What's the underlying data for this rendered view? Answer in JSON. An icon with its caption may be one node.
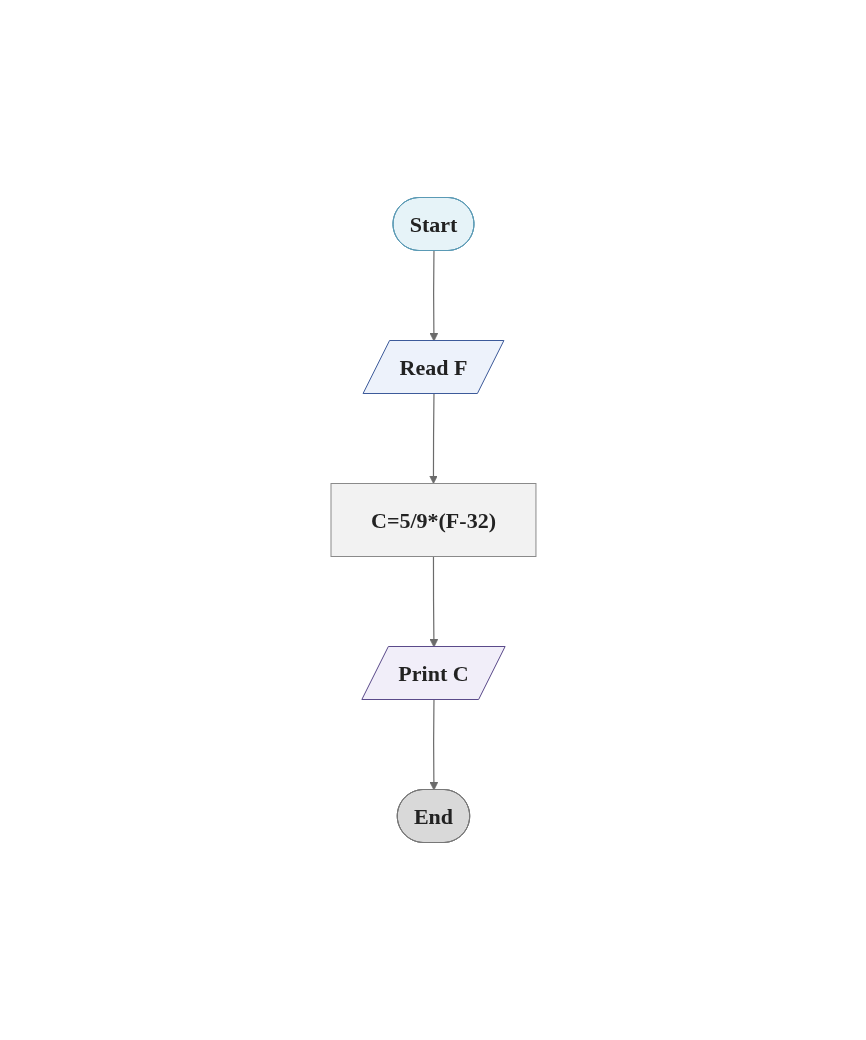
{
  "diagram": {
    "nodes": [
      {
        "text": [
          "Start"
        ]
      },
      {
        "text": [
          "Read F"
        ]
      },
      {
        "text": [
          "C=5/9*(F-32)"
        ]
      },
      {
        "text": [
          "Print C"
        ]
      },
      {
        "text": [
          "End"
        ]
      }
    ],
    "edges": [
      {
        "from": 0,
        "to": 1,
        "arrow": "to"
      },
      {
        "from": 1,
        "to": 2,
        "arrow": "to"
      },
      {
        "from": 2,
        "to": 3,
        "arrow": "to"
      },
      {
        "from": 3,
        "to": 4,
        "arrow": "to"
      }
    ]
  }
}
